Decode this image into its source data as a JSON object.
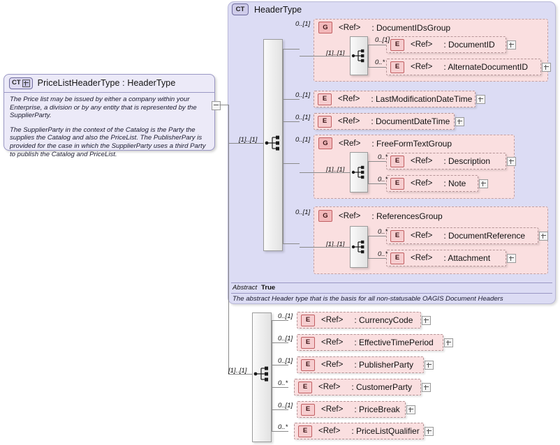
{
  "diagram": {
    "type": "xsd-complextype-diagram",
    "left_type": {
      "badge": "CT",
      "badge_expand_icon": "plus-icon",
      "title": "PriceListHeaderType : HeaderType",
      "documentation": [
        "The Price list may be issued by either a company within your Enterprise, a division or by any entity that is  represented by the SupplierParty.",
        "The SupplierParty in the context of the Catalog is the Party the supplies the Catalog and also the PriceList. The PublisherPary is provided for the case in which the SupplierParty uses a third Party to publish the Catalog and PriceList."
      ]
    },
    "header_type": {
      "badge": "CT",
      "title": "HeaderType",
      "sequence_cardinality": "[1]..[1]",
      "footer": {
        "abstract_label": "Abstract",
        "abstract_value": "True",
        "documentation": "The abstract Header type that is the basis for all non-statusable OAGIS Document Headers"
      },
      "children": [
        {
          "kind": "group",
          "badge": "G",
          "ref": "<Ref>",
          "name": ": DocumentIDsGroup",
          "cardinality": "0..[1]",
          "inner_cardinality": "[1]..[1]",
          "items": [
            {
              "badge": "E",
              "ref": "<Ref>",
              "name": ": DocumentID",
              "cardinality": "0..[1]",
              "toggle": "plus"
            },
            {
              "badge": "E",
              "ref": "<Ref>",
              "name": ": AlternateDocumentID",
              "cardinality": "0..*",
              "toggle": "plus"
            }
          ]
        },
        {
          "kind": "element",
          "badge": "E",
          "ref": "<Ref>",
          "name": ": LastModificationDateTime",
          "cardinality": "0..[1]",
          "toggle": "plus"
        },
        {
          "kind": "element",
          "badge": "E",
          "ref": "<Ref>",
          "name": ": DocumentDateTime",
          "cardinality": "0..[1]",
          "toggle": "plus"
        },
        {
          "kind": "group",
          "badge": "G",
          "ref": "<Ref>",
          "name": ": FreeFormTextGroup",
          "cardinality": "0..[1]",
          "inner_cardinality": "[1]..[1]",
          "items": [
            {
              "badge": "E",
              "ref": "<Ref>",
              "name": ": Description",
              "cardinality": "0..*",
              "toggle": "plus"
            },
            {
              "badge": "E",
              "ref": "<Ref>",
              "name": ": Note",
              "cardinality": "0..*",
              "toggle": "plus"
            }
          ]
        },
        {
          "kind": "group",
          "badge": "G",
          "ref": "<Ref>",
          "name": ": ReferencesGroup",
          "cardinality": "0..[1]",
          "inner_cardinality": "[1]..[1]",
          "items": [
            {
              "badge": "E",
              "ref": "<Ref>",
              "name": ": DocumentReference",
              "cardinality": "0..*",
              "toggle": "plus"
            },
            {
              "badge": "E",
              "ref": "<Ref>",
              "name": ": Attachment",
              "cardinality": "0..*",
              "toggle": "plus"
            }
          ]
        }
      ]
    },
    "extension_sequence": {
      "cardinality": "[1]..[1]",
      "items": [
        {
          "badge": "E",
          "ref": "<Ref>",
          "name": ": CurrencyCode",
          "cardinality": "0..[1]",
          "toggle": "plus"
        },
        {
          "badge": "E",
          "ref": "<Ref>",
          "name": ": EffectiveTimePeriod",
          "cardinality": "0..[1]",
          "toggle": "plus"
        },
        {
          "badge": "E",
          "ref": "<Ref>",
          "name": ": PublisherParty",
          "cardinality": "0..[1]",
          "toggle": "plus"
        },
        {
          "badge": "E",
          "ref": "<Ref>",
          "name": ": CustomerParty",
          "cardinality": "0..*",
          "toggle": "plus"
        },
        {
          "badge": "E",
          "ref": "<Ref>",
          "name": ": PriceBreak",
          "cardinality": "0..[1]",
          "toggle": "plus"
        },
        {
          "badge": "E",
          "ref": "<Ref>",
          "name": ": PriceListQualifier",
          "cardinality": "0..*",
          "toggle": "plus"
        }
      ]
    },
    "root_toggle": "minus",
    "colors": {
      "type_panel_bg": "#eceaf8",
      "headertype_bg": "#dcdcf4",
      "group_bg": "#fadfe0",
      "element_bg": "#fadfe0",
      "badge_border": "#c15f62",
      "line": "#8a8a8a"
    }
  }
}
